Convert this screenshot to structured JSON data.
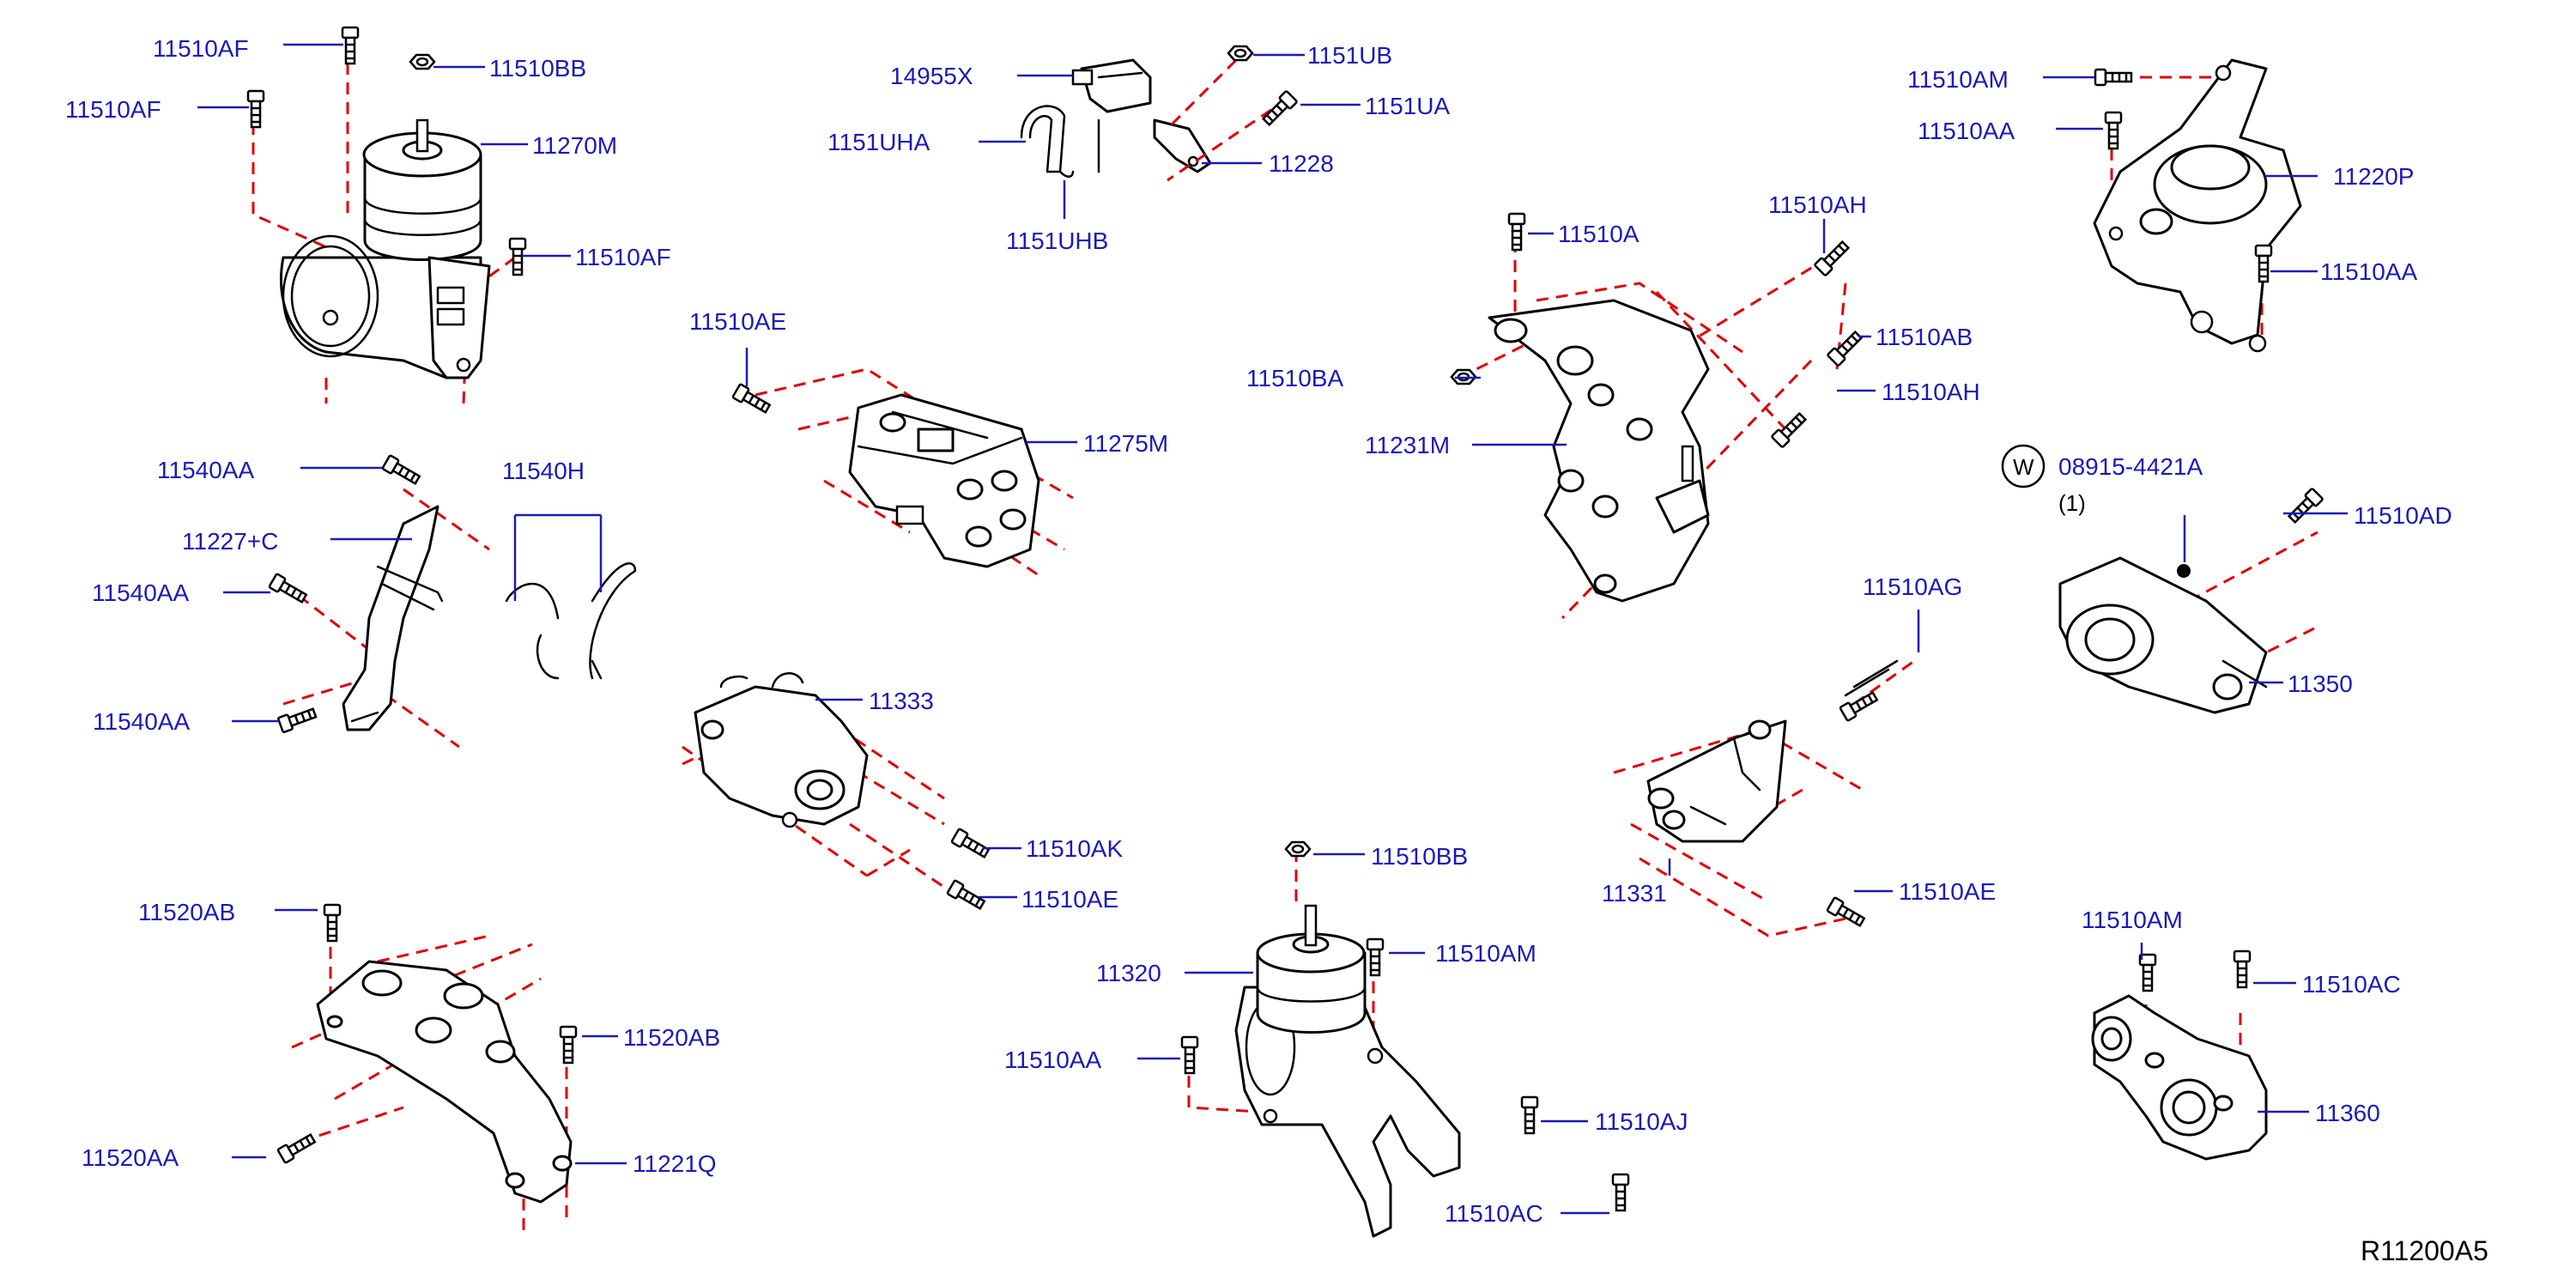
{
  "labels": {
    "p11510af_a": "11510AF",
    "p11510af_b": "11510AF",
    "p11510bb_a": "11510BB",
    "p11270m": "11270M",
    "p11510af_c": "11510AF",
    "p14955x": "14955X",
    "p1151ub": "1151UB",
    "p1151ua": "1151UA",
    "p1151uha": "1151UHA",
    "p11228": "11228",
    "p1151uhb": "1151UHB",
    "p11510am_a": "11510AM",
    "p11510aa_a": "11510AA",
    "p11220p": "11220P",
    "p11510aa_b": "11510AA",
    "p11510a": "11510A",
    "p11510ah_a": "11510AH",
    "p11510ab": "11510AB",
    "p11510ba": "11510BA",
    "p11510ah_b": "11510AH",
    "p11231m": "11231M",
    "p11510ae_a": "11510AE",
    "p11275m": "11275M",
    "p11540aa_a": "11540AA",
    "p11540h": "11540H",
    "p11227c": "11227+C",
    "p11540aa_b": "11540AA",
    "p11540aa_c": "11540AA",
    "p11333": "11333",
    "p08915": "08915-4421A",
    "p08915_qty": "(1)",
    "p08915_w": "W",
    "p11510ad": "11510AD",
    "p11350": "11350",
    "p11510ag": "11510AG",
    "p11510ak": "11510AK",
    "p11510ae_b": "11510AE",
    "p11331": "11331",
    "p11510ae_c": "11510AE",
    "p11520ab_a": "11520AB",
    "p11520ab_b": "11520AB",
    "p11520aa": "11520AA",
    "p11221q": "11221Q",
    "p11510bb_b": "11510BB",
    "p11320": "11320",
    "p11510am_b": "11510AM",
    "p11510aa_c": "11510AA",
    "p11510aj": "11510AJ",
    "p11510ac_a": "11510AC",
    "p11510am_c": "11510AM",
    "p11510ac_b": "11510AC",
    "p11360": "11360"
  },
  "diagram_code": "R11200A5",
  "colors": {
    "label": "#1a1ab8",
    "dashed_guide": "#e00000",
    "linework": "#000000"
  }
}
